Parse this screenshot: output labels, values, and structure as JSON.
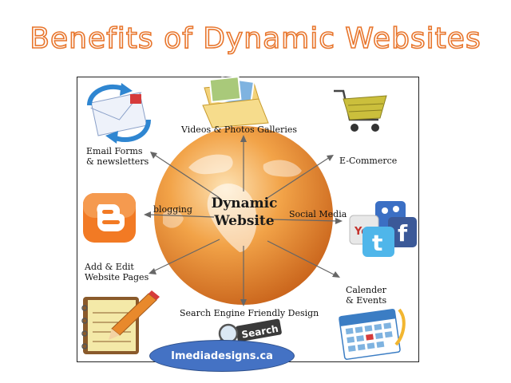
{
  "title": "Benefits of Dynamic Websites",
  "center": {
    "line1": "Dynamic",
    "line2": "Website"
  },
  "benefits": {
    "videos": "Videos & Photos Galleries",
    "email_line1": "Email Forms",
    "email_line2": "& newsletters",
    "ecommerce": "E-Commerce",
    "blogging": "blogging",
    "social": "Social Media",
    "edit_line1": "Add & Edit",
    "edit_line2": "Website Pages",
    "seo": "Search Engine Friendly Design",
    "calendar_line1": "Calender",
    "calendar_line2": "& Events"
  },
  "icons": {
    "email": "envelope-sync-icon",
    "gallery": "photo-folder-icon",
    "cart": "shopping-cart-icon",
    "blogger": "blogger-icon",
    "social": "social-media-icon",
    "notepad": "notepad-pencil-icon",
    "search": "magnifier-search-icon",
    "calendar": "calendar-icon"
  },
  "icon_text": {
    "search": "Search",
    "social_y": "You",
    "social_t": "t",
    "social_f": "f"
  },
  "colors": {
    "title_outline": "#e8762d",
    "globe": "#e98a2c",
    "badge": "#4472c4"
  },
  "badge": "Imediadesigns.ca"
}
